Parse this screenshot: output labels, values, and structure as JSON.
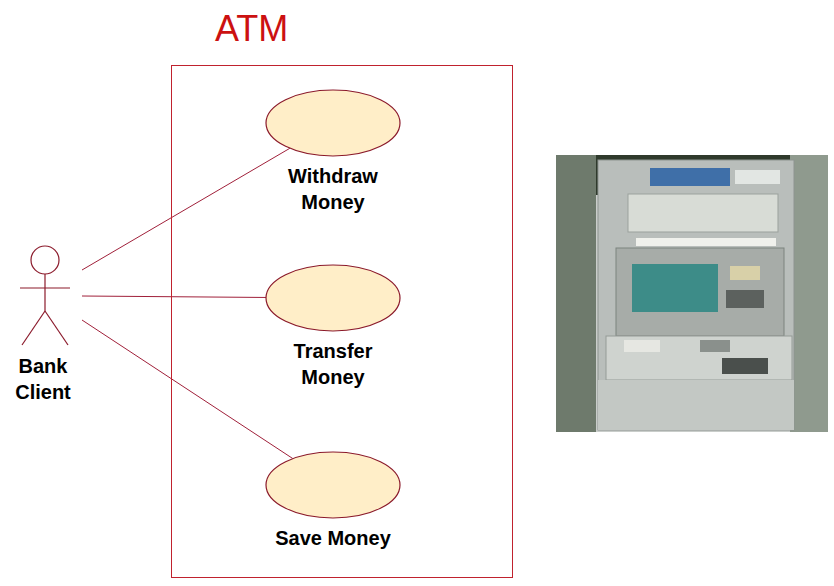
{
  "diagram": {
    "nodes": [
      {
        "text": [
          "Bank Client"
        ]
      },
      {
        "text": [
          "ATM"
        ]
      },
      {
        "text": [
          "Withdraw Money"
        ],
        "in": 1
      },
      {
        "text": [
          "Transfer Money"
        ],
        "in": 1
      },
      {
        "text": [
          "Save Money"
        ],
        "in": 1
      }
    ],
    "edges": [
      {
        "from": 0,
        "to": 2,
        "arrow": "none"
      },
      {
        "from": 0,
        "to": 3,
        "arrow": "none"
      },
      {
        "from": 0,
        "to": 4,
        "arrow": "none"
      }
    ]
  }
}
